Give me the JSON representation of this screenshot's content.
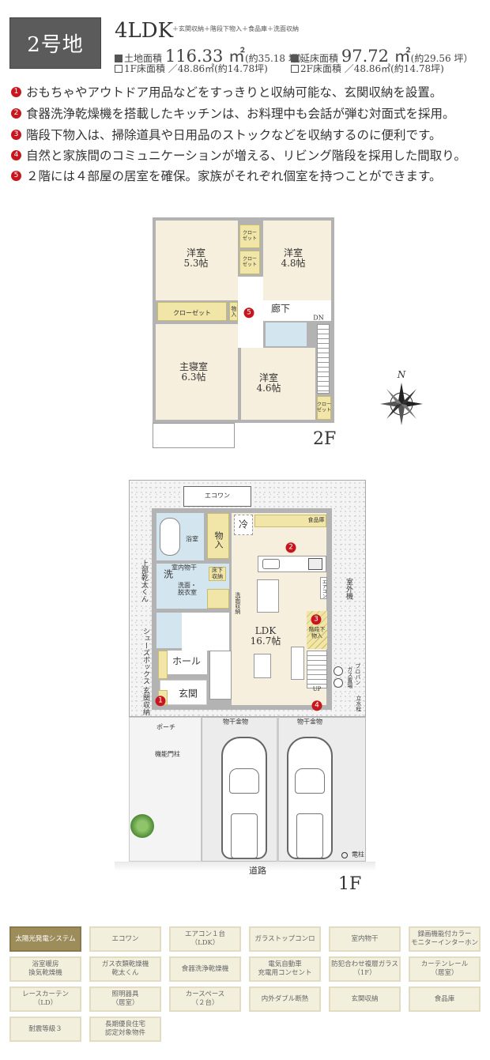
{
  "header": {
    "lot_label": "2号地",
    "layout_type": "4LDK",
    "layout_extras": "＋玄関収納＋階段下物入＋食品庫＋洗面収納",
    "land_area_label": "土地面積",
    "land_area_value": "116.33 ㎡",
    "land_area_tsubo": "(約35.18 坪）",
    "total_floor_label": "延床面積",
    "total_floor_value": "97.72 ㎡",
    "total_floor_tsubo": "(約29.56 坪）",
    "floor1_area": "1F床面積 ／48.86㎡(約14.78坪)",
    "floor2_area": "2F床面積 ／48.86㎡(約14.78坪)"
  },
  "features": [
    {
      "num": "1",
      "text": "おもちゃやアウトドア用品などをすっきりと収納可能な、玄関収納を設置。"
    },
    {
      "num": "2",
      "text": "食器洗浄乾燥機を搭載したキッチンは、お料理中も会話が弾む対面式を採用。"
    },
    {
      "num": "3",
      "text": "階段下物入は、掃除道具や日用品のストックなどを収納するのに便利です。"
    },
    {
      "num": "4",
      "text": "自然と家族間のコミュニケーションが増える、リビング階段を採用した間取り。"
    },
    {
      "num": "5",
      "text": "２階には４部屋の居室を確保。家族がそれぞれ個室を持つことができます。"
    }
  ],
  "floor2": {
    "label": "2F",
    "room_nw": "洋室\n5.3帖",
    "room_ne": "洋室\n4.8帖",
    "master": "主寝室\n6.3帖",
    "room_s": "洋室\n4.6帖",
    "hall": "廊下",
    "closet": "クローゼット",
    "closet_short": "クロー\nゼット",
    "storage": "物入",
    "dn": "DN"
  },
  "compass": {
    "north": "N"
  },
  "floor1": {
    "label": "1F",
    "ecoone": "エコワン",
    "bath": "浴室",
    "storage": "物入",
    "fridge": "冷",
    "pantry": "食品庫",
    "laundry": "洗",
    "indoor_dry": "室内物干",
    "underfloor": "床下\n収納",
    "washroom": "洗面・\n脱衣室",
    "wash_storage": "洗面収納",
    "aircon": "エアコン",
    "under_stair": "階段下\n物入",
    "ldk": "LDK\n16.7帖",
    "hall": "ホール",
    "entrance": "玄関",
    "up": "UP",
    "dryer_above": "上部乾太くん",
    "shoebox": "シューズボックス",
    "entrance_storage": "玄関収納",
    "outdoor_unit": "室外機",
    "gas": "ガス置場",
    "propane": "プロパン",
    "faucet": "立水栓",
    "porch": "ポーチ",
    "gate": "機能門柱",
    "drying_1": "物干金物",
    "drying_2": "物干金物",
    "road": "道路",
    "pole": "電柱"
  },
  "equipment": [
    {
      "label": "太陽光発電システム",
      "highlight": true
    },
    {
      "label": "エコワン"
    },
    {
      "label": "エアコン１台\n（LDK）"
    },
    {
      "label": "ガラストップコンロ"
    },
    {
      "label": "室内物干"
    },
    {
      "label": "録画機能付カラー\nモニターインターホン"
    },
    {
      "label": "浴室暖房\n換気乾燥機"
    },
    {
      "label": "ガス衣類乾燥機\n乾太くん"
    },
    {
      "label": "食器洗浄乾燥機"
    },
    {
      "label": "電気自動車\n充電用コンセント"
    },
    {
      "label": "防犯合わせ複層ガラス\n（1F）"
    },
    {
      "label": "カーテンレール\n（居室）"
    },
    {
      "label": "レースカーテン\n（LD）"
    },
    {
      "label": "照明器具\n（居室）"
    },
    {
      "label": "カースペース\n（２台）"
    },
    {
      "label": "内外ダブル断熱"
    },
    {
      "label": "玄関収納"
    },
    {
      "label": "食品庫"
    },
    {
      "label": "耐震等級３"
    },
    {
      "label": "長期優良住宅\n認定対象物件"
    }
  ],
  "colors": {
    "accent_red": "#c8161e",
    "header_box": "#5b5b5b",
    "highlight_cell": "#9d8d5b",
    "cell_bg": "#f2efdd"
  }
}
